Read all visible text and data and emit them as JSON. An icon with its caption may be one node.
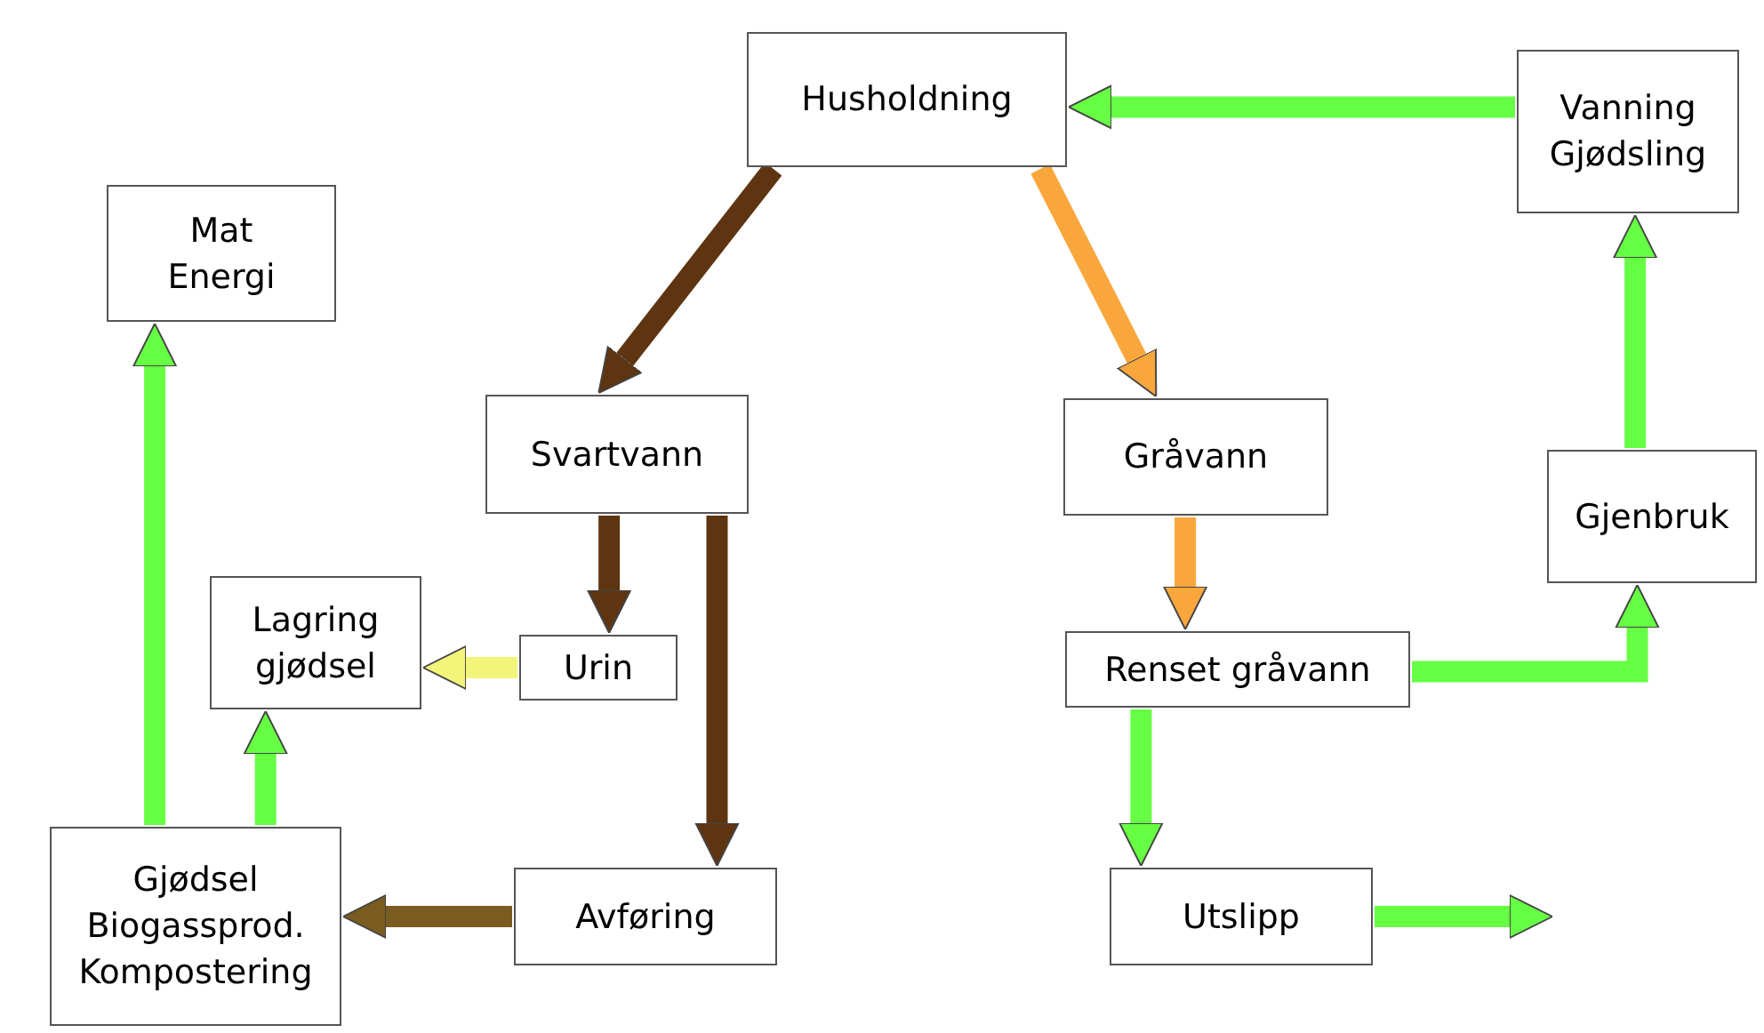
{
  "diagram": {
    "nodes": [
      {
        "text": [
          "Husholdning"
        ]
      },
      {
        "text": [
          "Vanning Gjødsling"
        ]
      },
      {
        "text": [
          "Mat Energi"
        ]
      },
      {
        "text": [
          "Svartvann"
        ]
      },
      {
        "text": [
          "Gråvann"
        ]
      },
      {
        "text": [
          "Gjenbruk"
        ]
      },
      {
        "text": [
          "Lagring gjødsel"
        ]
      },
      {
        "text": [
          "Urin"
        ]
      },
      {
        "text": [
          "Renset gråvann"
        ]
      },
      {
        "text": [
          "Gjødsel Biogassprod. Kompostering"
        ]
      },
      {
        "text": [
          "Avføring"
        ]
      },
      {
        "text": [
          "Utslipp"
        ]
      }
    ],
    "edges": [
      {
        "from": 0,
        "to": 3,
        "arrow": "to",
        "color": "#5e3510"
      },
      {
        "from": 0,
        "to": 4,
        "arrow": "to",
        "color": "#f9a73c"
      },
      {
        "from": 1,
        "to": 0,
        "arrow": "to"
      },
      {
        "from": 3,
        "to": 7,
        "arrow": "to",
        "color": "#5e3510"
      },
      {
        "from": 3,
        "to": 10,
        "arrow": "to",
        "color": "#5e3510"
      },
      {
        "from": 7,
        "to": 6,
        "arrow": "to",
        "color": "#f3f57a"
      },
      {
        "from": 10,
        "to": 9,
        "arrow": "to",
        "color": "#7a5c20"
      },
      {
        "from": 9,
        "to": 2,
        "arrow": "to"
      },
      {
        "from": 9,
        "to": 6,
        "arrow": "to"
      },
      {
        "from": 4,
        "to": 8,
        "arrow": "to",
        "color": "#f9a73c"
      },
      {
        "from": 8,
        "to": 5,
        "arrow": "to"
      },
      {
        "from": 5,
        "to": 1,
        "arrow": "to"
      },
      {
        "from": 8,
        "to": 11,
        "arrow": "to"
      },
      {
        "from": 11,
        "to": null,
        "arrow": "to"
      }
    ]
  }
}
